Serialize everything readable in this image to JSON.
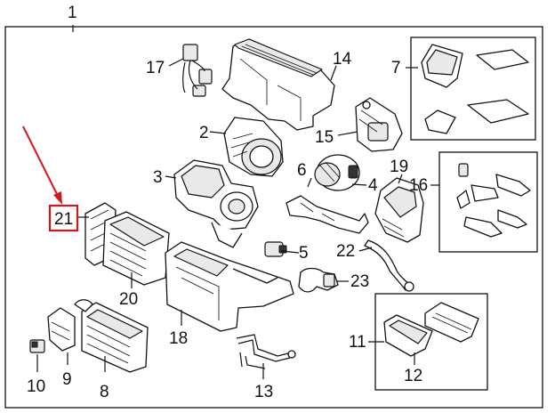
{
  "callouts": {
    "c1": "1",
    "c2": "2",
    "c3": "3",
    "c4": "4",
    "c5": "5",
    "c6": "6",
    "c7": "7",
    "c8": "8",
    "c9": "9",
    "c10": "10",
    "c11": "11",
    "c12": "12",
    "c13": "13",
    "c14": "14",
    "c15": "15",
    "c16": "16",
    "c17": "17",
    "c18": "18",
    "c19": "19",
    "c20": "20",
    "c21": "21",
    "c22": "22",
    "c23": "23"
  },
  "colors": {
    "highlight": "#d0191b",
    "line": "#111111",
    "background": "#ffffff"
  }
}
